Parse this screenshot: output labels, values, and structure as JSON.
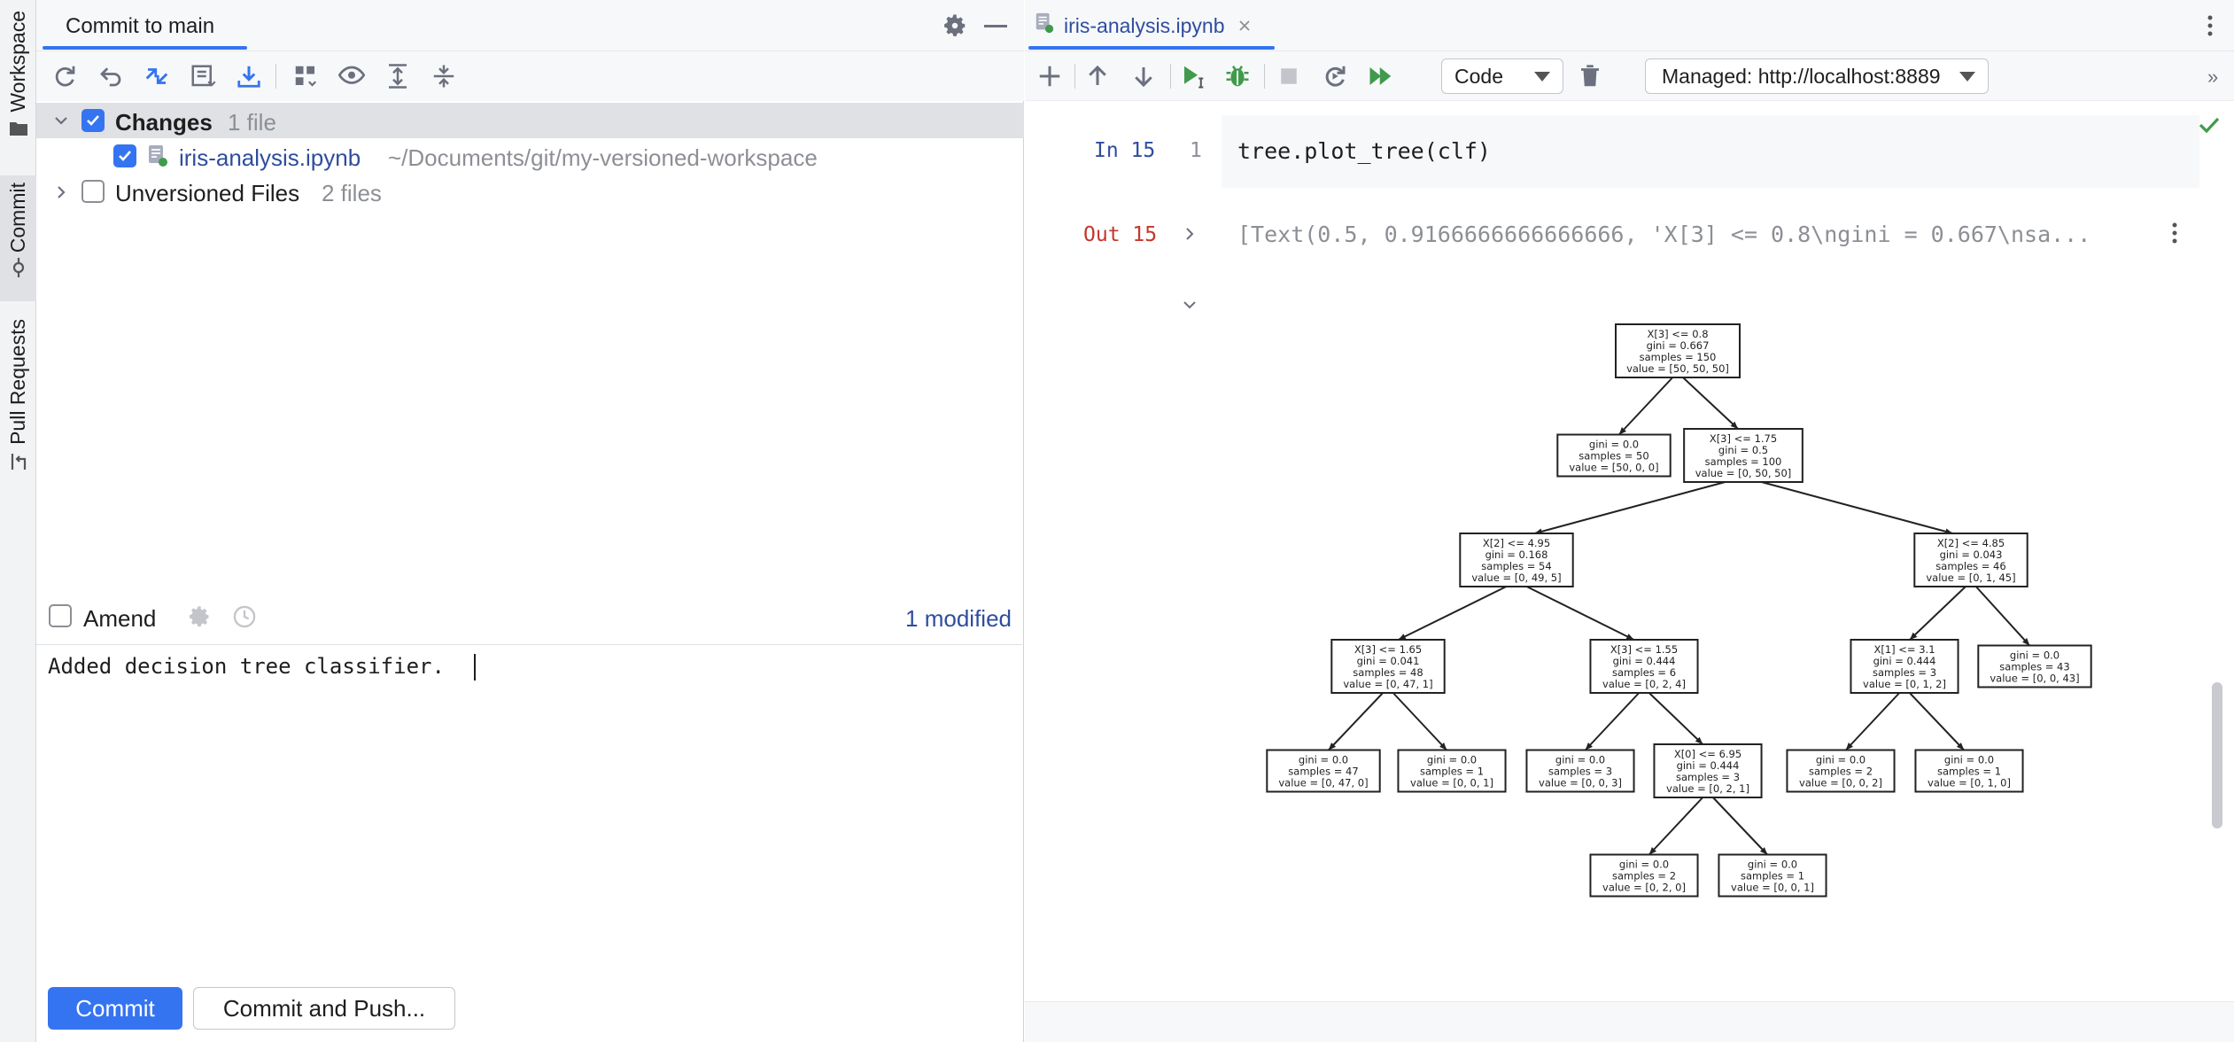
{
  "sidebar": {
    "tabs": [
      {
        "label": "Workspace",
        "icon": "folder-icon"
      },
      {
        "label": "Commit",
        "icon": "commit-icon"
      },
      {
        "label": "Pull Requests",
        "icon": "pull-request-icon"
      }
    ]
  },
  "commit_panel": {
    "title": "Commit to main",
    "toolbar": [
      "refresh-icon",
      "rollback-icon",
      "diff-icon",
      "shelve-icon",
      "update-icon",
      "group-by-icon",
      "eye-icon",
      "expand-all-icon",
      "collapse-all-icon"
    ],
    "changes": {
      "label": "Changes",
      "count": "1 file"
    },
    "file": {
      "name": "iris-analysis.ipynb",
      "path": "~/Documents/git/my-versioned-workspace"
    },
    "unversioned": {
      "label": "Unversioned Files",
      "count": "2 files"
    },
    "amend_label": "Amend",
    "modified_link": "1 modified",
    "message": "Added decision tree classifier.",
    "commit_button": "Commit",
    "commit_push_button": "Commit and Push..."
  },
  "editor": {
    "tab_label": "iris-analysis.ipynb",
    "cell_type": "Code",
    "kernel": "Managed: http://localhost:8889",
    "in_label": "In 15",
    "line_number": "1",
    "code": "tree.plot_tree(clf)",
    "out_label": "Out 15",
    "output_text": "[Text(0.5, 0.9166666666666666, 'X[3] <= 0.8\\ngini = 0.667\\nsa..."
  },
  "tree_nodes": [
    {
      "id": "n0",
      "lines": [
        "X[3] <= 0.8",
        "gini = 0.667",
        "samples = 150",
        "value = [50, 50, 50]"
      ]
    },
    {
      "id": "n1",
      "lines": [
        "gini = 0.0",
        "samples = 50",
        "value = [50, 0, 0]"
      ]
    },
    {
      "id": "n2",
      "lines": [
        "X[3] <= 1.75",
        "gini = 0.5",
        "samples = 100",
        "value = [0, 50, 50]"
      ]
    },
    {
      "id": "n3",
      "lines": [
        "X[2] <= 4.95",
        "gini = 0.168",
        "samples = 54",
        "value = [0, 49, 5]"
      ]
    },
    {
      "id": "n4",
      "lines": [
        "X[2] <= 4.85",
        "gini = 0.043",
        "samples = 46",
        "value = [0, 1, 45]"
      ]
    },
    {
      "id": "n5",
      "lines": [
        "X[3] <= 1.65",
        "gini = 0.041",
        "samples = 48",
        "value = [0, 47, 1]"
      ]
    },
    {
      "id": "n6",
      "lines": [
        "X[3] <= 1.55",
        "gini = 0.444",
        "samples = 6",
        "value = [0, 2, 4]"
      ]
    },
    {
      "id": "n7",
      "lines": [
        "X[1] <= 3.1",
        "gini = 0.444",
        "samples = 3",
        "value = [0, 1, 2]"
      ]
    },
    {
      "id": "n8",
      "lines": [
        "gini = 0.0",
        "samples = 43",
        "value = [0, 0, 43]"
      ]
    },
    {
      "id": "n9",
      "lines": [
        "gini = 0.0",
        "samples = 47",
        "value = [0, 47, 0]"
      ]
    },
    {
      "id": "n10",
      "lines": [
        "gini = 0.0",
        "samples = 1",
        "value = [0, 0, 1]"
      ]
    },
    {
      "id": "n11",
      "lines": [
        "gini = 0.0",
        "samples = 3",
        "value = [0, 0, 3]"
      ]
    },
    {
      "id": "n12",
      "lines": [
        "X[0] <= 6.95",
        "gini = 0.444",
        "samples = 3",
        "value = [0, 2, 1]"
      ]
    },
    {
      "id": "n13",
      "lines": [
        "gini = 0.0",
        "samples = 2",
        "value = [0, 0, 2]"
      ]
    },
    {
      "id": "n14",
      "lines": [
        "gini = 0.0",
        "samples = 1",
        "value = [0, 1, 0]"
      ]
    },
    {
      "id": "n15",
      "lines": [
        "gini = 0.0",
        "samples = 2",
        "value = [0, 2, 0]"
      ]
    },
    {
      "id": "n16",
      "lines": [
        "gini = 0.0",
        "samples = 1",
        "value = [0, 0, 1]"
      ]
    }
  ],
  "tree_edges": [
    [
      "n0",
      "n1"
    ],
    [
      "n0",
      "n2"
    ],
    [
      "n2",
      "n3"
    ],
    [
      "n2",
      "n4"
    ],
    [
      "n3",
      "n5"
    ],
    [
      "n3",
      "n6"
    ],
    [
      "n4",
      "n7"
    ],
    [
      "n4",
      "n8"
    ],
    [
      "n5",
      "n9"
    ],
    [
      "n5",
      "n10"
    ],
    [
      "n6",
      "n11"
    ],
    [
      "n6",
      "n12"
    ],
    [
      "n7",
      "n13"
    ],
    [
      "n7",
      "n14"
    ],
    [
      "n12",
      "n15"
    ],
    [
      "n12",
      "n16"
    ]
  ],
  "colors": {
    "accent": "#3574f0",
    "link": "#2f4d9e",
    "out_label": "#c4372c",
    "run_green": "#3f9b4b"
  }
}
